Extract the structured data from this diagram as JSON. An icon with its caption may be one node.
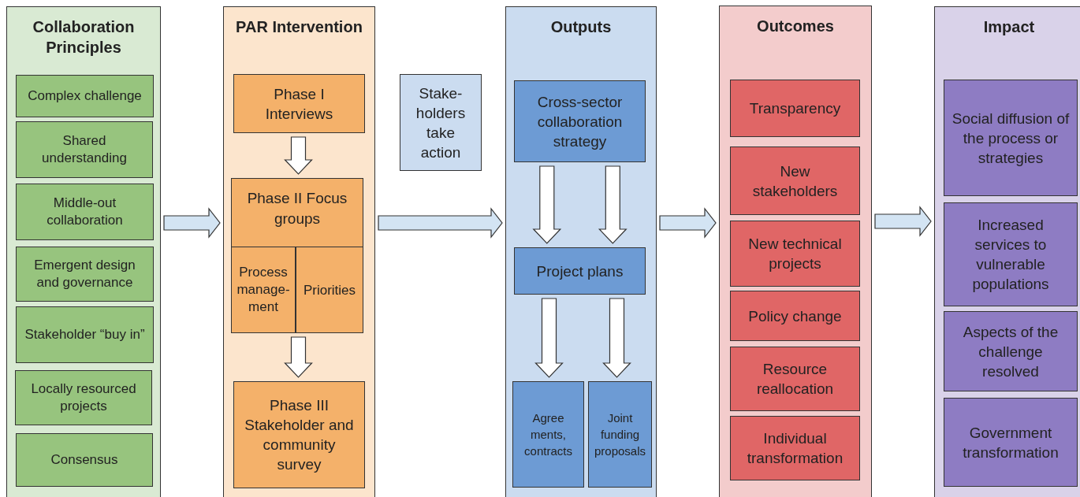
{
  "diagram": {
    "nodes": [
      {
        "text": [
          "Collaboration Principles"
        ]
      },
      {
        "text": [
          "Complex challenge"
        ],
        "in": 0
      },
      {
        "text": [
          "Shared understanding"
        ],
        "in": 0
      },
      {
        "text": [
          "Middle-out collaboration"
        ],
        "in": 0
      },
      {
        "text": [
          "Emergent design and governance"
        ],
        "in": 0
      },
      {
        "text": [
          "Stakeholder “buy in”"
        ],
        "in": 0
      },
      {
        "text": [
          "Locally resourced projects"
        ],
        "in": 0
      },
      {
        "text": [
          "Consensus"
        ],
        "in": 0
      },
      {
        "text": [
          "PAR Intervention"
        ]
      },
      {
        "text": [
          "Phase I Interviews"
        ],
        "in": 8
      },
      {
        "text": [
          "Phase II Focus groups"
        ],
        "in": 8
      },
      {
        "text": [
          "Process manage- ment"
        ],
        "in": 10
      },
      {
        "text": [
          "Priorities"
        ],
        "in": 10
      },
      {
        "text": [
          "Phase III Stakeholder and community survey"
        ],
        "in": 8
      },
      {
        "text": [
          "Stake- holders take action"
        ]
      },
      {
        "text": [
          "Outputs"
        ]
      },
      {
        "text": [
          "Cross-sector collaboration strategy"
        ],
        "in": 15
      },
      {
        "text": [
          "Project plans"
        ],
        "in": 15
      },
      {
        "text": [
          "Agree ments, contracts"
        ],
        "in": 15
      },
      {
        "text": [
          "Joint funding proposals"
        ],
        "in": 15
      },
      {
        "text": [
          "Outcomes"
        ]
      },
      {
        "text": [
          "Transparency"
        ],
        "in": 20
      },
      {
        "text": [
          "New stakeholders"
        ],
        "in": 20
      },
      {
        "text": [
          "New technical projects"
        ],
        "in": 20
      },
      {
        "text": [
          "Policy change"
        ],
        "in": 20
      },
      {
        "text": [
          "Resource reallocation"
        ],
        "in": 20
      },
      {
        "text": [
          "Individual transformation"
        ],
        "in": 20
      },
      {
        "text": [
          "Impact"
        ]
      },
      {
        "text": [
          "Social diffusion of the process or strategies"
        ],
        "in": 27
      },
      {
        "text": [
          "Increased services to vulnerable populations"
        ],
        "in": 27
      },
      {
        "text": [
          "Aspects of the challenge resolved"
        ],
        "in": 27
      },
      {
        "text": [
          "Government transformation"
        ],
        "in": 27
      }
    ],
    "edges": [
      {
        "from": 0,
        "to": 8,
        "arrow": "to",
        "style": "thick"
      },
      {
        "from": 8,
        "to": 15,
        "arrow": "to",
        "style": "thick"
      },
      {
        "from": 15,
        "to": 20,
        "arrow": "to",
        "style": "thick"
      },
      {
        "from": 20,
        "to": 27,
        "arrow": "to",
        "style": "thick"
      },
      {
        "from": 9,
        "to": 10,
        "arrow": "to"
      },
      {
        "from": 10,
        "to": 13,
        "arrow": "to"
      },
      {
        "from": 16,
        "to": 17,
        "arrow": "to"
      },
      {
        "from": 16,
        "to": 17,
        "arrow": "to"
      },
      {
        "from": 17,
        "to": 18,
        "arrow": "to"
      },
      {
        "from": 17,
        "to": 19,
        "arrow": "to"
      }
    ]
  }
}
